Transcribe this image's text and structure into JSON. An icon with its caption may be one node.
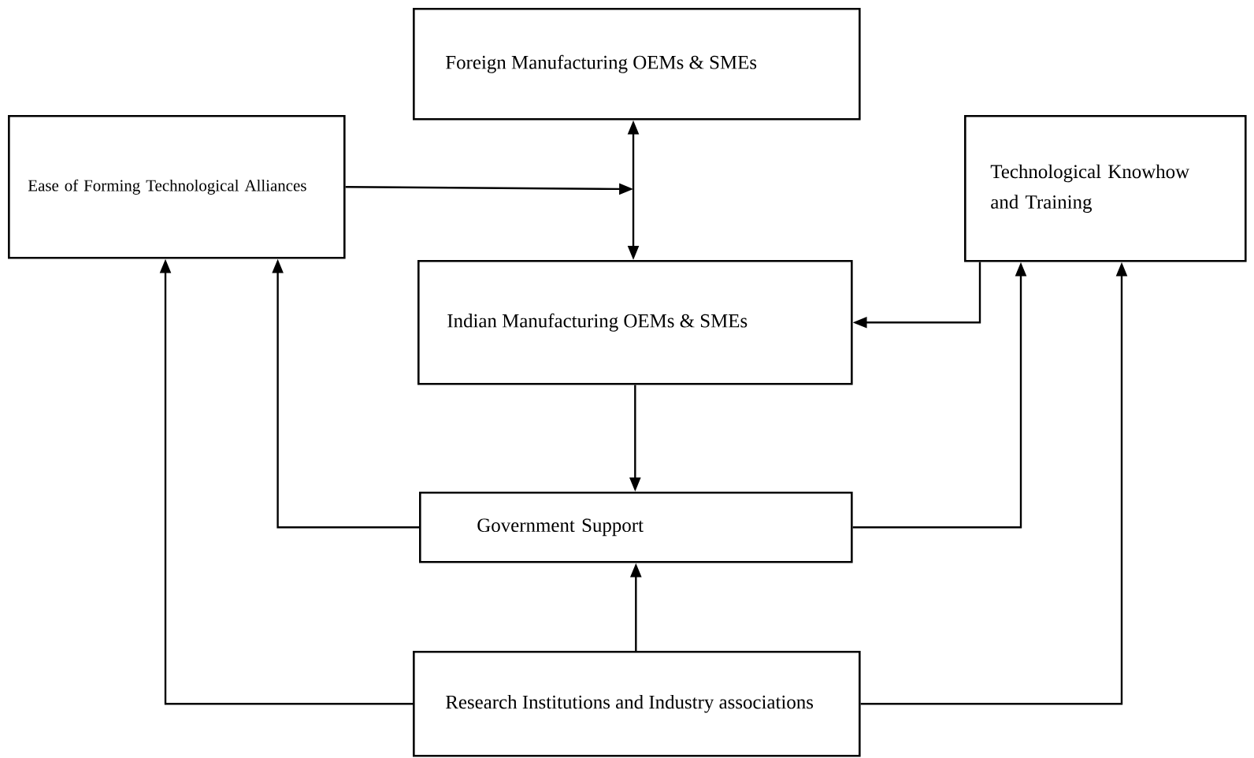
{
  "diagram": {
    "nodes": [
      {
        "text": [
          "Foreign Manufacturing OEMs & SMEs"
        ]
      },
      {
        "text": [
          "Ease of Forming Technological Alliances"
        ]
      },
      {
        "text": [
          "Technological Knowhow and Training"
        ]
      },
      {
        "text": [
          "Indian Manufacturing OEMs & SMEs"
        ]
      },
      {
        "text": [
          "Government Support"
        ]
      },
      {
        "text": [
          "Research Institutions and Industry associations"
        ]
      }
    ],
    "edges": [
      {
        "from": 1,
        "to": null,
        "arrow": "to"
      },
      {
        "from": 0,
        "to": 3,
        "arrow": "both"
      },
      {
        "from": 2,
        "to": 3,
        "arrow": "to"
      },
      {
        "from": 3,
        "to": 4,
        "arrow": "to"
      },
      {
        "from": 4,
        "to": 1,
        "arrow": "to"
      },
      {
        "from": 4,
        "to": 2,
        "arrow": "to"
      },
      {
        "from": 5,
        "to": 4,
        "arrow": "to"
      },
      {
        "from": 5,
        "to": 1,
        "arrow": "to"
      },
      {
        "from": 5,
        "to": 2,
        "arrow": "to"
      }
    ]
  }
}
